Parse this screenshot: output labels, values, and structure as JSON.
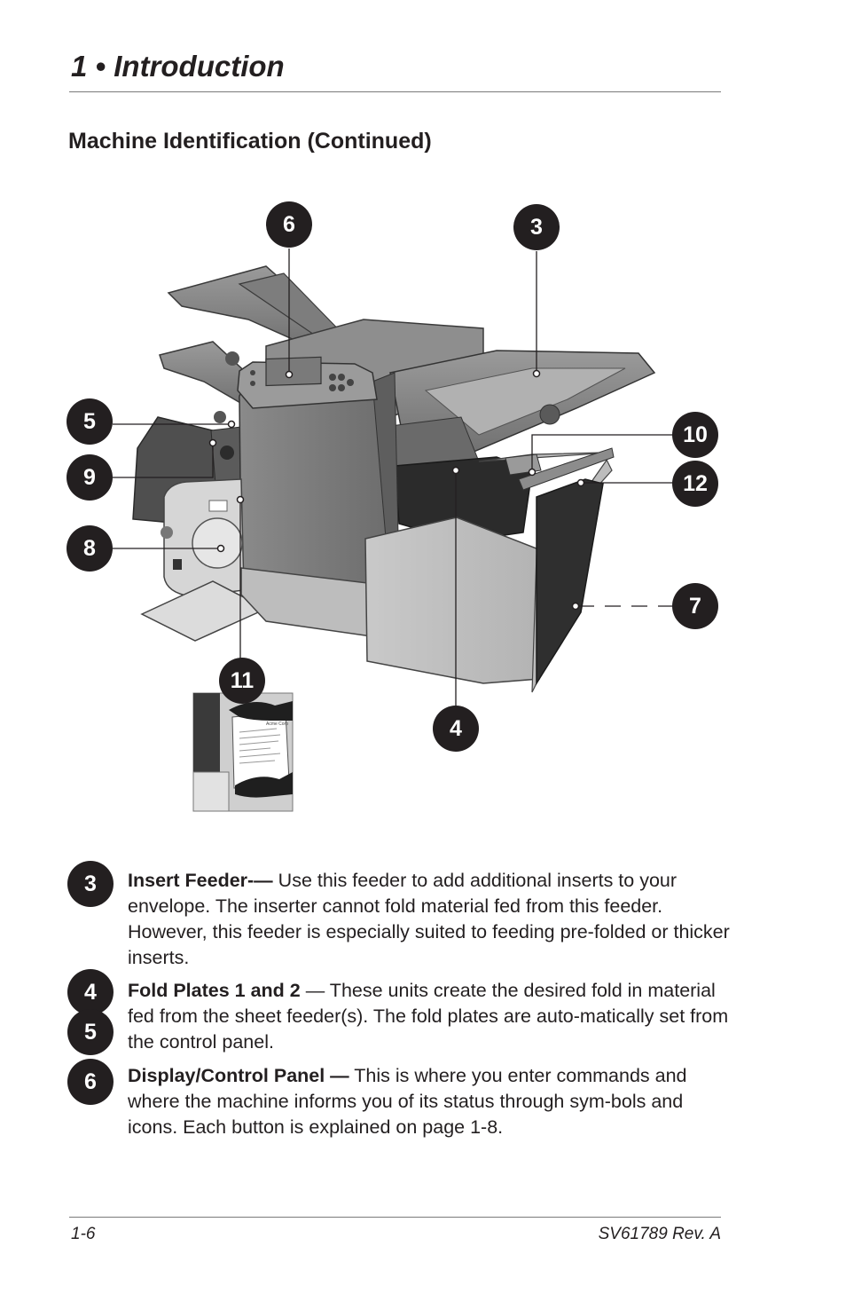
{
  "header": {
    "chapter_title": "1 • Introduction"
  },
  "section": {
    "title": "Machine Identification (Continued)"
  },
  "figure": {
    "callouts": {
      "c6": "6",
      "c3": "3",
      "c5": "5",
      "c9": "9",
      "c8": "8",
      "c10": "10",
      "c12": "12",
      "c7": "7",
      "c11": "11",
      "c4": "4"
    },
    "inset_doc_text": "Acme Corp"
  },
  "items": [
    {
      "badges": [
        "3"
      ],
      "term": "Insert Feeder-—",
      "text": " Use this feeder to add additional inserts to your envelope. The inserter cannot fold material fed from this feeder. However, this feeder is especially suited to feeding pre-folded or thicker inserts."
    },
    {
      "badges": [
        "4",
        "5"
      ],
      "term": "Fold Plates 1 and  2",
      "text": " — These units create the desired fold in material fed from the sheet feeder(s). The fold plates are auto-matically set from the control panel."
    },
    {
      "badges": [
        "6"
      ],
      "term": "Display/Control Panel —",
      "text": " This is where you enter commands and where the machine informs you of its status through sym-bols and icons. Each button is explained on page 1-8."
    }
  ],
  "footer": {
    "page_number": "1-6",
    "doc_id": "SV61789 Rev. A"
  }
}
